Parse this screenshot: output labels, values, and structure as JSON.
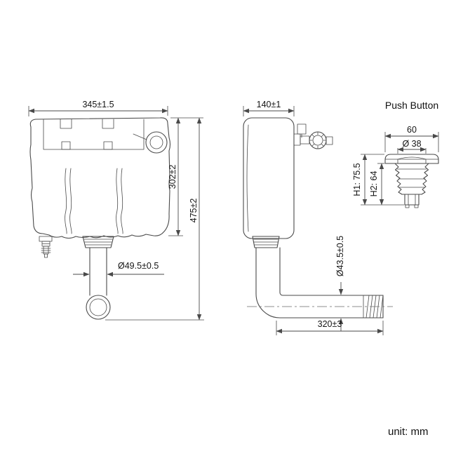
{
  "drawing": {
    "front_view": {
      "width_dim": "345±1.5",
      "body_height_dim": "302±2",
      "total_height_dim": "475±2",
      "outlet_dia_dim": "Ø49.5±0.5"
    },
    "side_view": {
      "depth_dim": "140±1",
      "pipe_dia_dim": "Ø43.5±0.5",
      "pipe_length_dim": "320±3"
    },
    "push_button": {
      "title": "Push Button",
      "width_dim": "60",
      "dia_dim": "Ø 38",
      "h1_dim": "H1: 75.5",
      "h2_dim": "H2: 64"
    },
    "unit_note": "unit: mm"
  }
}
